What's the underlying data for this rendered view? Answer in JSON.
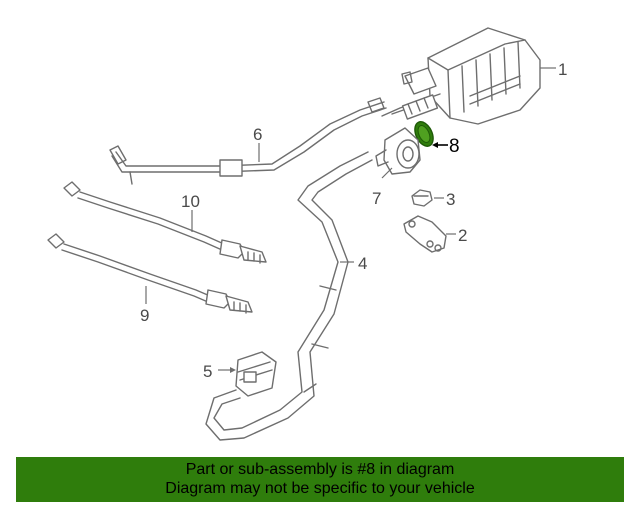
{
  "diagram": {
    "callouts": {
      "c1": "1",
      "c2": "2",
      "c3": "3",
      "c4": "4",
      "c5": "5",
      "c6": "6",
      "c7": "7",
      "c8": "8",
      "c9": "9",
      "c10": "10"
    },
    "highlighted_part": "8",
    "highlight_color": "#2f7d0c"
  },
  "banner": {
    "line1": "Part or sub-assembly is #8 in diagram",
    "line2": "Diagram may not be specific to your vehicle",
    "background": "#2f7d0c"
  }
}
